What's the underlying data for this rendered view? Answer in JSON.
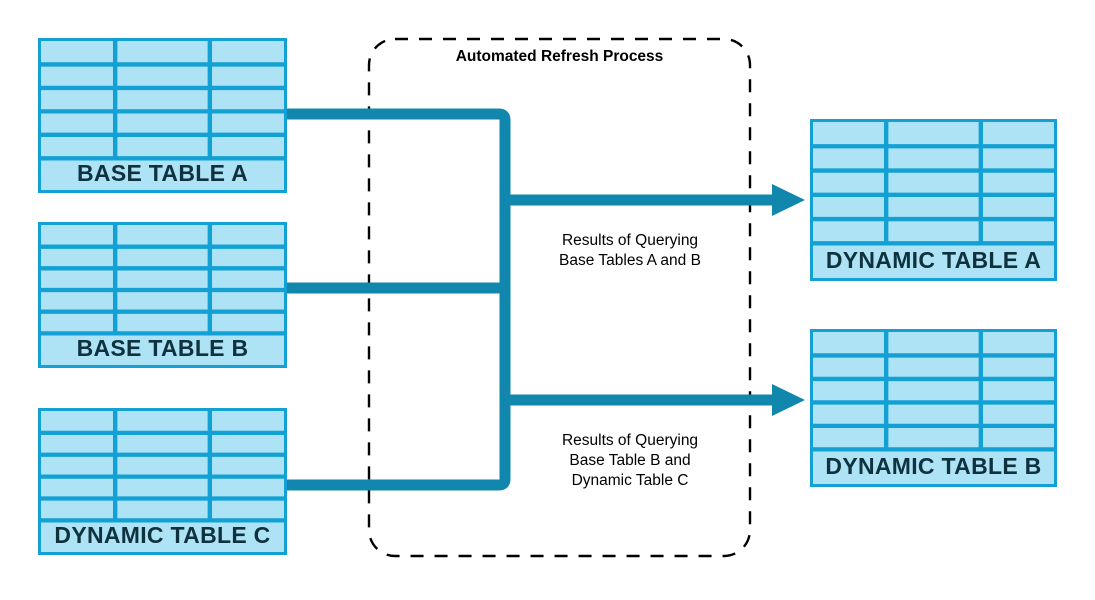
{
  "diagram": {
    "title": "Automated Refresh Process",
    "colors": {
      "table_fill": "#ade3f5",
      "table_border": "#13a0d4",
      "table_label_text": "#10323f",
      "connector": "#1287ad",
      "process_box_border": "#000000",
      "background": "#ffffff"
    },
    "process_box": {
      "label": "Automated Refresh Process",
      "style": "dashed-rounded-rectangle"
    },
    "source_tables": [
      {
        "id": "base-table-a",
        "label": "BASE TABLE A",
        "rows": 5,
        "columns": 3
      },
      {
        "id": "base-table-b",
        "label": "BASE TABLE B",
        "rows": 5,
        "columns": 3
      },
      {
        "id": "dynamic-table-c",
        "label": "DYNAMIC TABLE C",
        "rows": 5,
        "columns": 3
      }
    ],
    "target_tables": [
      {
        "id": "dynamic-table-a",
        "label": "DYNAMIC TABLE A",
        "rows": 5,
        "columns": 3
      },
      {
        "id": "dynamic-table-b",
        "label": "DYNAMIC TABLE B",
        "rows": 5,
        "columns": 3
      }
    ],
    "flow_labels": [
      {
        "id": "flow-label-top",
        "lines": [
          "Results of Querying",
          "Base Tables A and B"
        ],
        "text": "Results of Querying\nBase Tables A and B"
      },
      {
        "id": "flow-label-bottom",
        "lines": [
          "Results of Querying",
          "Base Table B and",
          "Dynamic Table C"
        ],
        "text": "Results of Querying\nBase Table B and\nDynamic Table C"
      }
    ],
    "connections": [
      {
        "from": "base-table-a",
        "to": "dynamic-table-a"
      },
      {
        "from": "base-table-b",
        "to": "dynamic-table-a"
      },
      {
        "from": "base-table-b",
        "to": "dynamic-table-b"
      },
      {
        "from": "dynamic-table-c",
        "to": "dynamic-table-b"
      }
    ]
  }
}
